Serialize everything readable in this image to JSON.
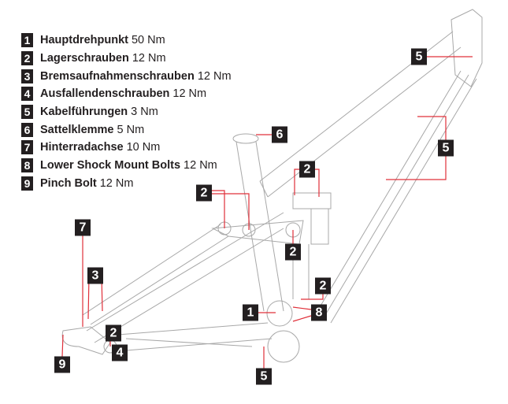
{
  "legend": [
    {
      "number": "1",
      "label": "Hauptdrehpunkt",
      "torque": "50 Nm"
    },
    {
      "number": "2",
      "label": "Lagerschrauben",
      "torque": "12 Nm"
    },
    {
      "number": "3",
      "label": "Bremsaufnahmenschrauben",
      "torque": "12 Nm"
    },
    {
      "number": "4",
      "label": "Ausfallendenschrauben",
      "torque": "12 Nm"
    },
    {
      "number": "5",
      "label": "Kabelführungen",
      "torque": "3 Nm"
    },
    {
      "number": "6",
      "label": "Sattelklemme",
      "torque": "5 Nm"
    },
    {
      "number": "7",
      "label": "Hinterradachse",
      "torque": "10 Nm"
    },
    {
      "number": "8",
      "label": "Lower Shock Mount Bolts",
      "torque": "12 Nm"
    },
    {
      "number": "9",
      "label": "Pinch Bolt",
      "torque": "12 Nm"
    }
  ],
  "callouts": [
    "5",
    "6",
    "5",
    "2",
    "2",
    "2",
    "7",
    "3",
    "2",
    "1",
    "8",
    "2",
    "9",
    "4",
    "5"
  ],
  "colors": {
    "label_bg": "#231f20",
    "leader": "#e0303a",
    "frame_line": "#9a9a9a"
  }
}
